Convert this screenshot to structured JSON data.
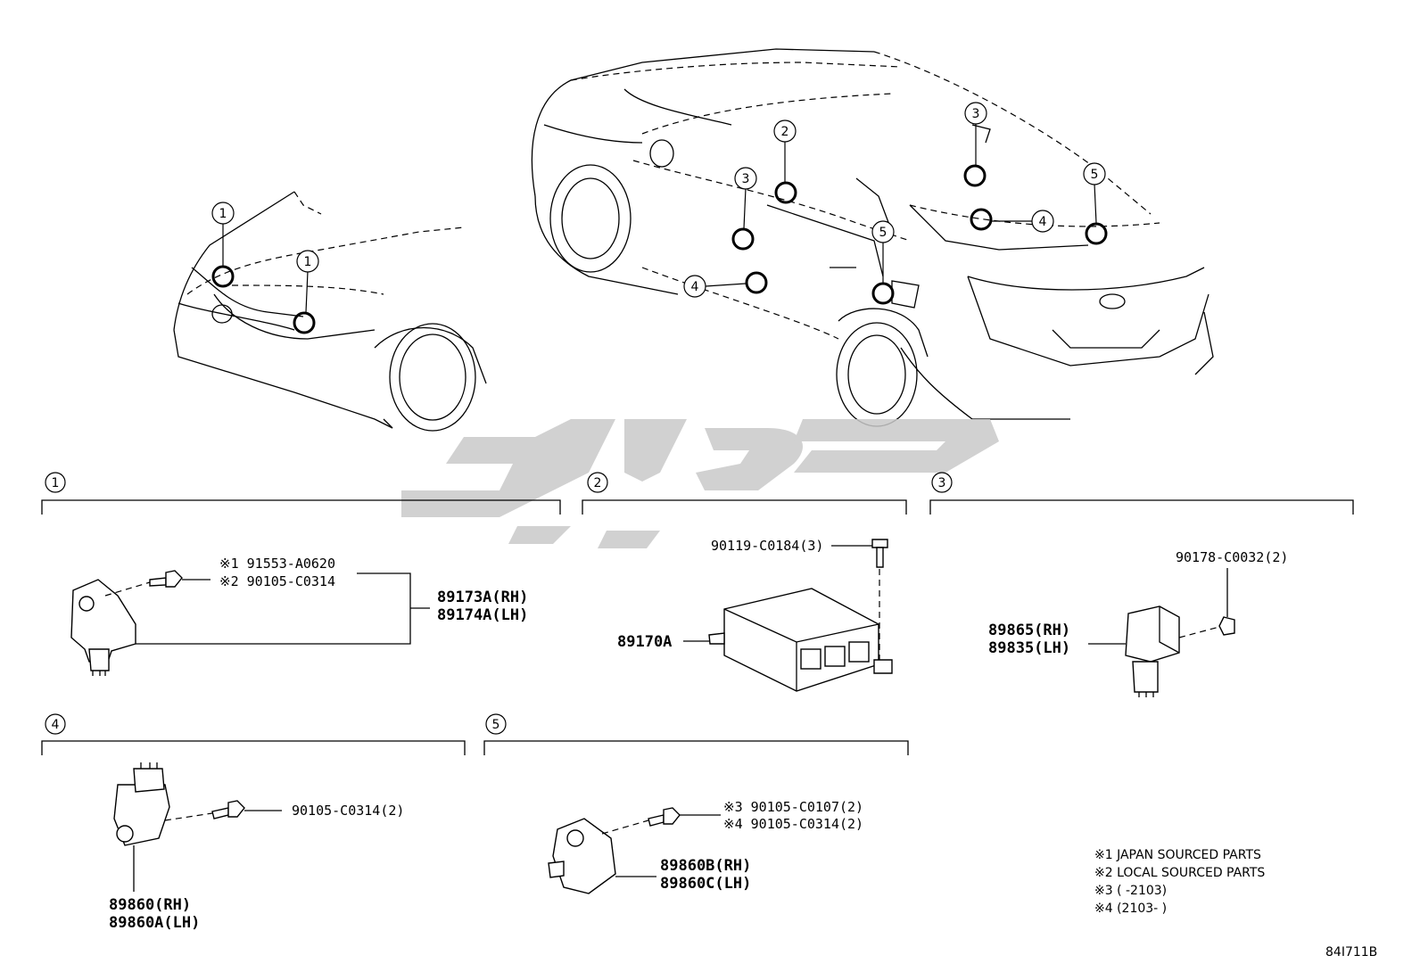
{
  "sections": [
    {
      "number": "1"
    },
    {
      "number": "2"
    },
    {
      "number": "3"
    },
    {
      "number": "4"
    },
    {
      "number": "5"
    }
  ],
  "car_callouts": [
    "1",
    "1",
    "2",
    "3",
    "3",
    "4",
    "4",
    "5",
    "5"
  ],
  "parts": {
    "s1_bolt_a": "※1 91553-A0620",
    "s1_bolt_b": "※2 90105-C0314",
    "s1_sensor_rh": "89173A(RH)",
    "s1_sensor_lh": "89174A(LH)",
    "s2_bolt": "90119-C0184(3)",
    "s2_ecu": "89170A",
    "s3_nut": "90178-C0032(2)",
    "s3_sensor_rh": "89865(RH)",
    "s3_sensor_lh": "89835(LH)",
    "s4_bolt": "90105-C0314(2)",
    "s4_sensor_rh": "89860(RH)",
    "s4_sensor_lh": "89860A(LH)",
    "s5_bolt_a": "※3  90105-C0107(2)",
    "s5_bolt_b": "※4  90105-C0314(2)",
    "s5_sensor_rh": "89860B(RH)",
    "s5_sensor_lh": "89860C(LH)"
  },
  "notes": [
    "※1 JAPAN SOURCED PARTS",
    "※2 LOCAL SOURCED PARTS",
    "※3 (      -2103)",
    "※4 (2103-      )"
  ],
  "diagram_code": "84I711B",
  "watermark": "تی ام پارت"
}
